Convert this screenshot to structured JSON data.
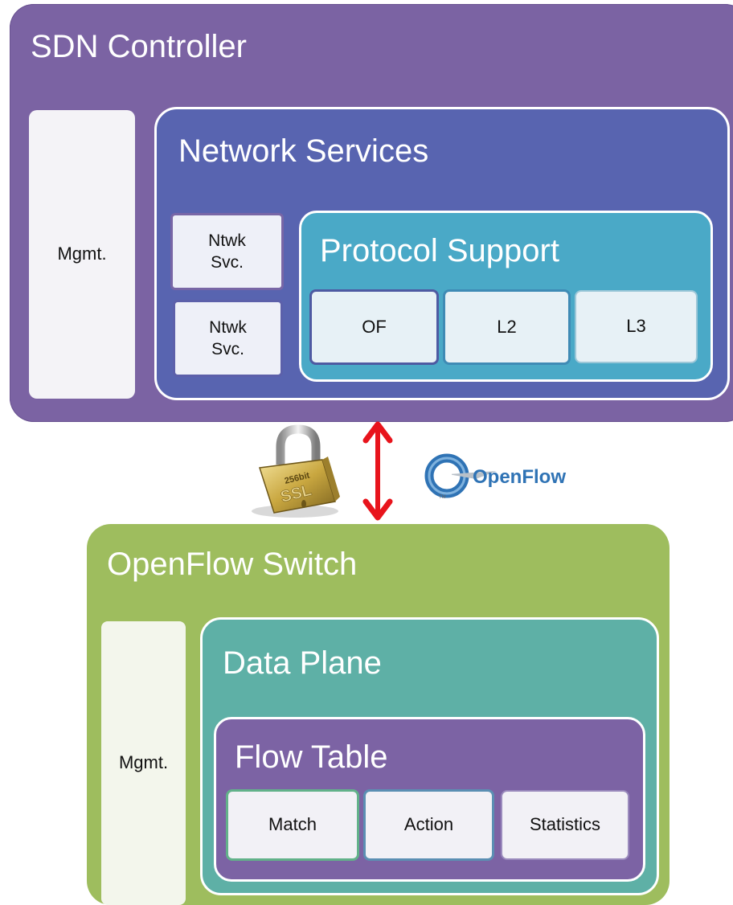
{
  "sdn_controller": {
    "title": "SDN Controller",
    "mgmt": "Mgmt.",
    "network_services": {
      "title": "Network Services",
      "ntwk_svc_1": "Ntwk\nSvc.",
      "ntwk_svc_2": "Ntwk\nSvc.",
      "protocol_support": {
        "title": "Protocol Support",
        "cells": [
          "OF",
          "L2",
          "L3"
        ]
      }
    }
  },
  "middle": {
    "lock_text": "256bit SSL",
    "openflow_logo": "OpenFlow",
    "arrow_color": "#e8141c"
  },
  "openflow_switch": {
    "title": "OpenFlow Switch",
    "mgmt": "Mgmt.",
    "data_plane": {
      "title": "Data Plane",
      "flow_table": {
        "title": "Flow Table",
        "cells": [
          "Match",
          "Action",
          "Statistics"
        ]
      }
    }
  }
}
